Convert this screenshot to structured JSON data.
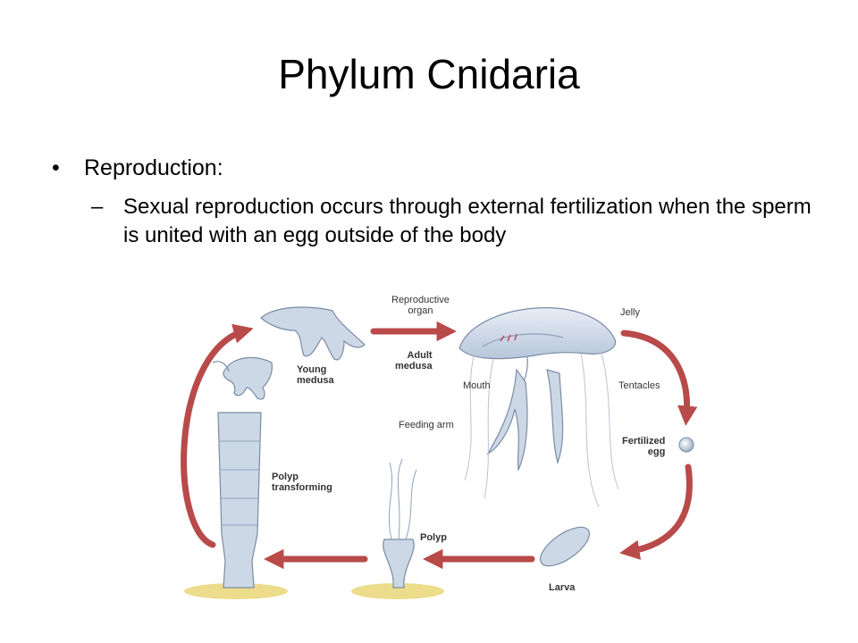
{
  "slide": {
    "title": "Phylum Cnidaria",
    "bullet": "Reproduction:",
    "sub_bullet": "Sexual reproduction occurs through external fertilization when the sperm is united with an egg outside of the body"
  },
  "diagram": {
    "labels": {
      "young_medusa": "Young\nmedusa",
      "reproductive_organ": "Reproductive\norgan",
      "jelly": "Jelly",
      "adult_medusa": "Adult\nmedusa",
      "mouth": "Mouth",
      "tentacles": "Tentacles",
      "feeding_arm": "Feeding arm",
      "fertilized_egg": "Fertilized\negg",
      "polyp_transforming": "Polyp\ntransforming",
      "polyp": "Polyp",
      "larva": "Larva"
    },
    "colors": {
      "arrow": "#b94a4a",
      "organism_fill": "#cdd8e6",
      "organism_stroke": "#7a8ba3",
      "substrate": "#ecdc8c",
      "reproductive_organ": "#c4506a"
    }
  }
}
